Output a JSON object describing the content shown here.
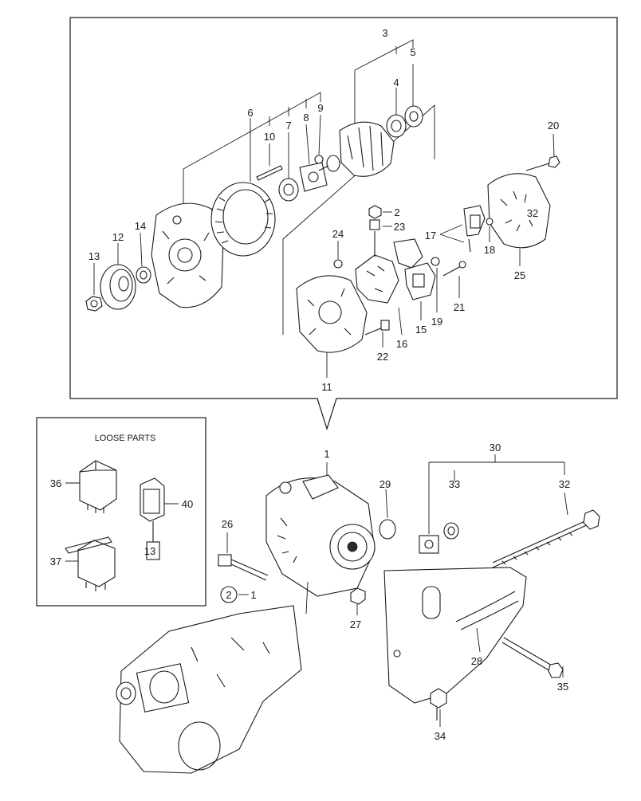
{
  "loose_parts_title": "LOOSE PARTS",
  "callouts": {
    "c1": "1",
    "c2": "2",
    "c3": "3",
    "c4": "4",
    "c5": "5",
    "c6": "6",
    "c7": "7",
    "c8": "8",
    "c9": "9",
    "c10": "10",
    "c11": "11",
    "c12": "12",
    "c13": "13",
    "c14": "14",
    "c15": "15",
    "c16": "16",
    "c17": "17",
    "c18": "18",
    "c19": "19",
    "c20": "20",
    "c21": "21",
    "c22": "22",
    "c23": "23",
    "c24": "24",
    "c25": "25",
    "c26": "26",
    "c27": "27",
    "c28": "28",
    "c29": "29",
    "c30": "30",
    "c32": "32",
    "c33": "33",
    "c34": "34",
    "c35": "35",
    "c36": "36",
    "c37": "37",
    "c40": "40",
    "c13b": "13",
    "c2_23": "2",
    "c32_25": "32",
    "circled2": "2",
    "ref1": "1"
  },
  "colors": {
    "ink": "#1a1a1a",
    "paper": "#ffffff"
  }
}
